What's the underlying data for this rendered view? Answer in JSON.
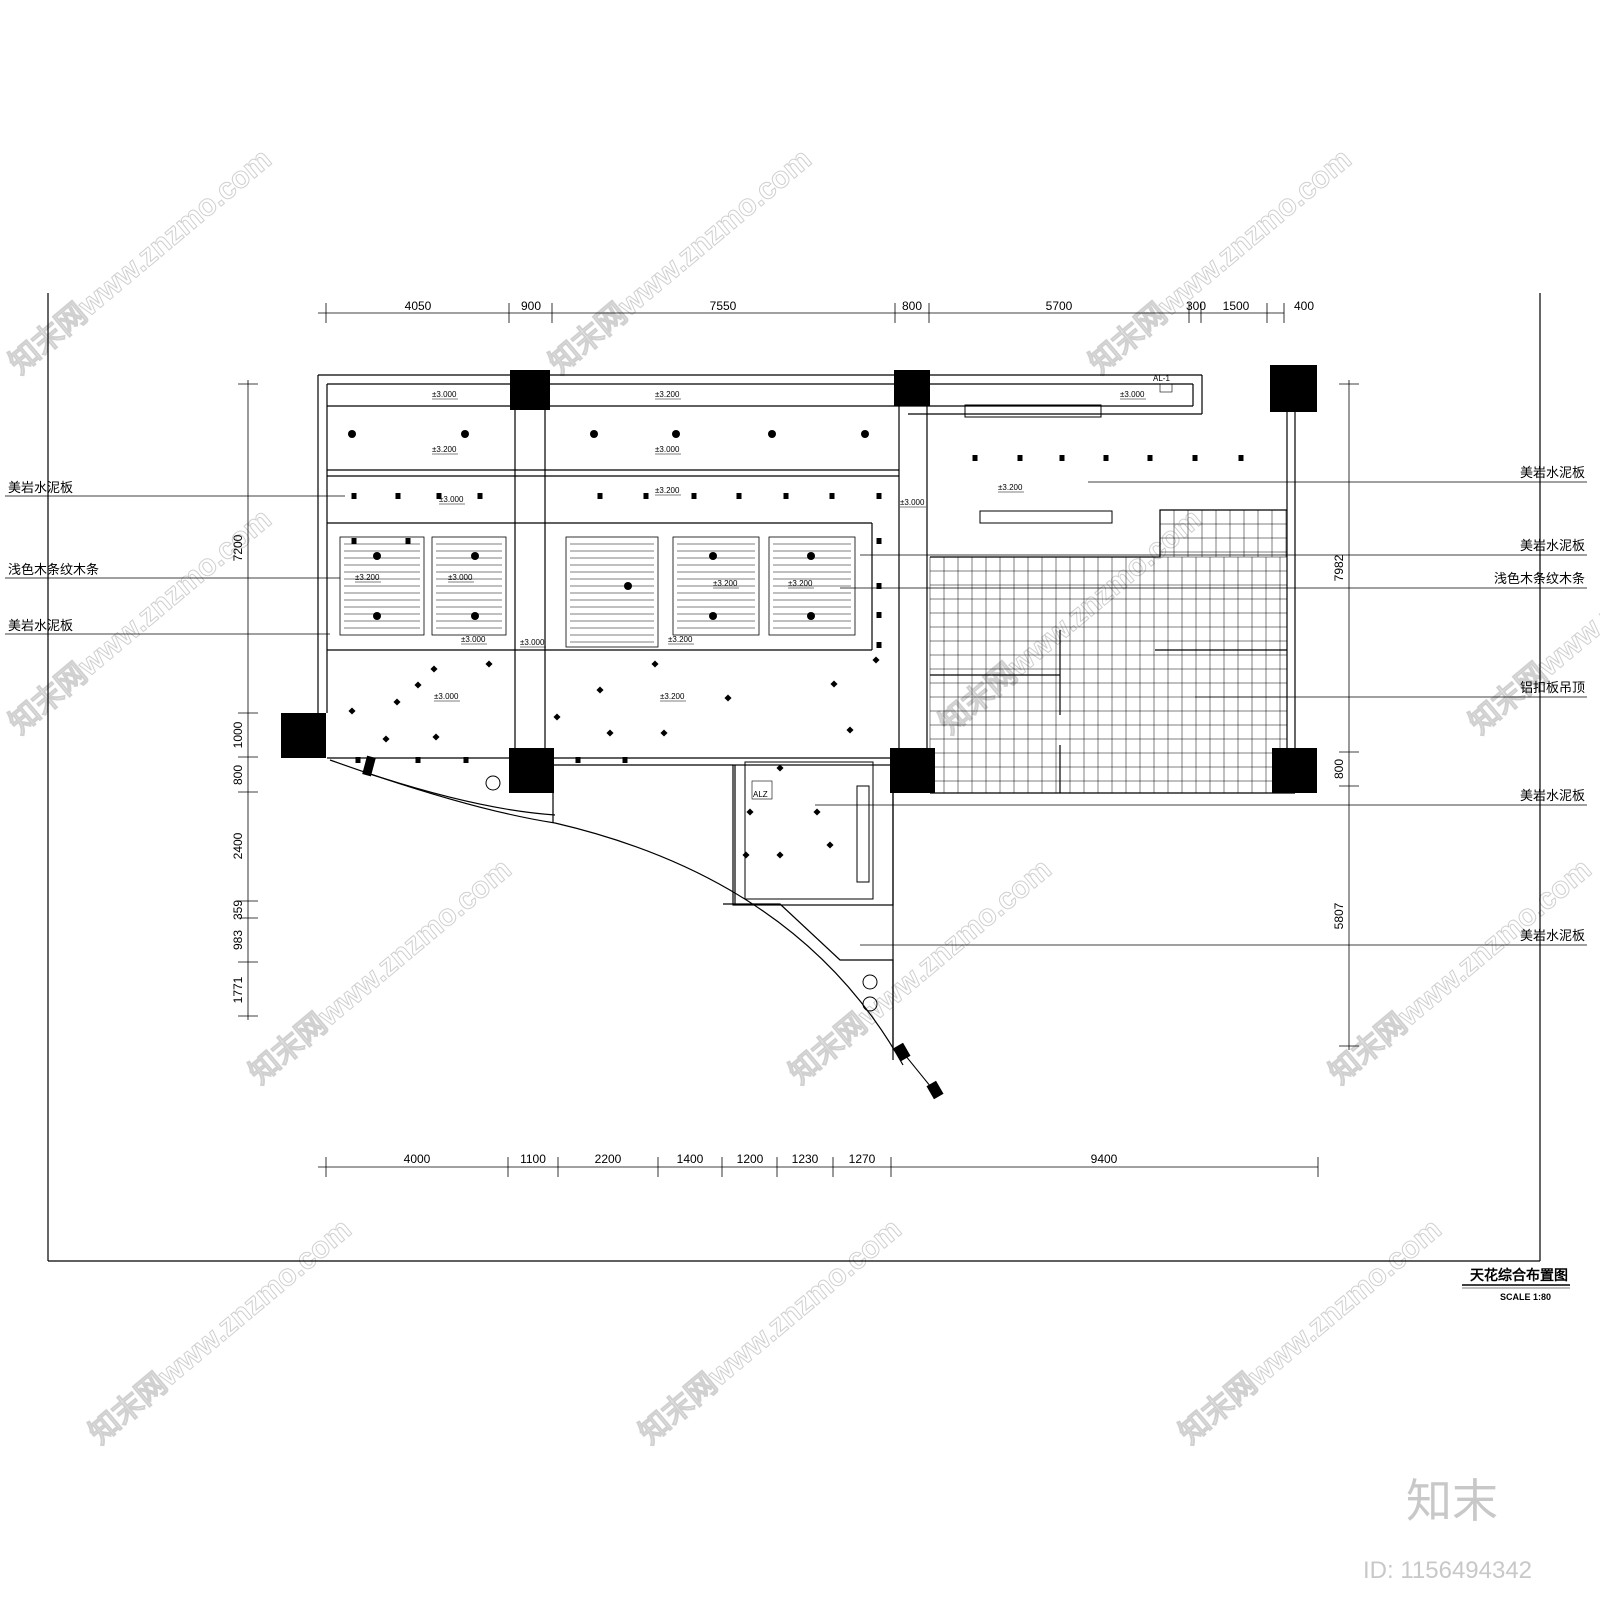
{
  "drawing": {
    "title": "天花综合布置图",
    "scale": "SCALE  1:80"
  },
  "dimensions": {
    "top": [
      "4050",
      "900",
      "7550",
      "800",
      "5700",
      "300",
      "1500",
      "400"
    ],
    "bottom": [
      "4000",
      "1100",
      "2200",
      "1400",
      "1200",
      "1230",
      "1270",
      "9400"
    ],
    "left": [
      "7200",
      "1000",
      "800",
      "2400",
      "359",
      "983",
      "1771"
    ],
    "right": [
      "7982",
      "800",
      "5807"
    ]
  },
  "material_labels": {
    "left": [
      "美岩水泥板",
      "浅色木条纹木条",
      "美岩水泥板"
    ],
    "right": [
      "美岩水泥板",
      "美岩水泥板",
      "浅色木条纹木条",
      "铝扣板吊顶",
      "美岩水泥板",
      "美岩水泥板"
    ]
  },
  "elevations": [
    "±3.000",
    "±3.200",
    "±3.000",
    "±3.200",
    "±3.000",
    "±3.000",
    "±3.200",
    "±3.000",
    "±3.200",
    "±3.000",
    "±3.000",
    "±3.200",
    "±3.200",
    "±3.000",
    "±3.200",
    "±3.200",
    "±3.000",
    "±3.200"
  ],
  "panel_tags": [
    "AL-1",
    "ALZ"
  ],
  "watermark": {
    "text": "知末网www.znzmo.com",
    "brand": "知末",
    "id": "ID: 1156494342"
  }
}
